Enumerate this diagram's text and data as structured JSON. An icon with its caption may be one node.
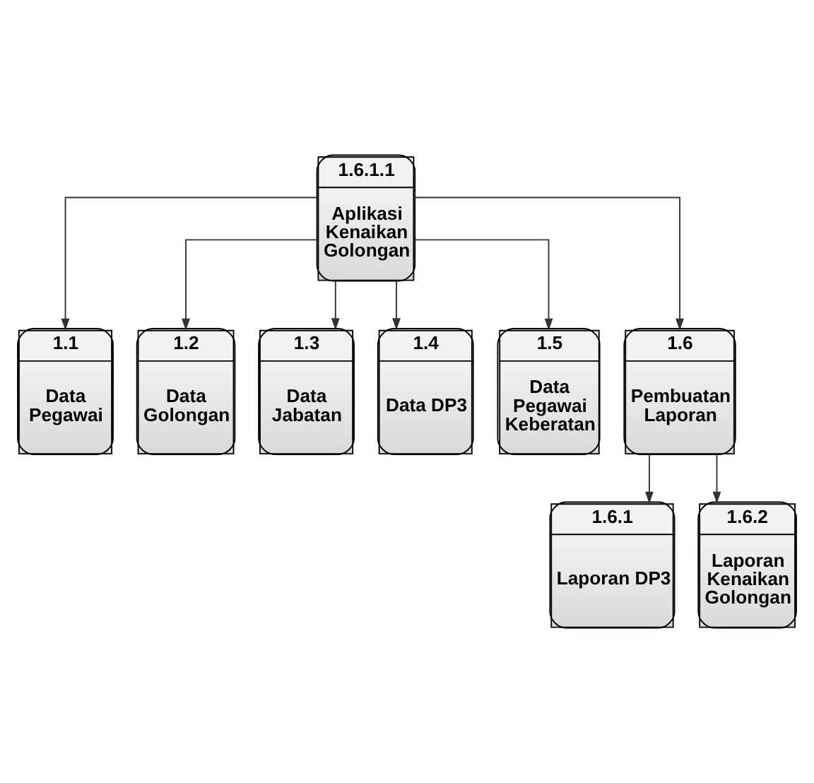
{
  "diagram": {
    "nodes": [
      {
        "text": [
          "1.6.1.1",
          "Aplikasi Kenaikan Golongan"
        ]
      },
      {
        "text": [
          "1.1",
          "Data Pegawai"
        ]
      },
      {
        "text": [
          "1.2",
          "Data Golongan"
        ]
      },
      {
        "text": [
          "1.3",
          "Data Jabatan"
        ]
      },
      {
        "text": [
          "1.4",
          "Data DP3"
        ]
      },
      {
        "text": [
          "1.5",
          "Data Pegawai Keberatan"
        ]
      },
      {
        "text": [
          "1.6",
          "Pembuatan Laporan"
        ]
      },
      {
        "text": [
          "1.6.1",
          "Laporan DP3"
        ]
      },
      {
        "text": [
          "1.6.2",
          "Laporan Kenaikan Golongan"
        ]
      }
    ],
    "edges": [
      {
        "from": 0,
        "to": 1,
        "arrow": "to"
      },
      {
        "from": 0,
        "to": 2,
        "arrow": "to"
      },
      {
        "from": 0,
        "to": 3,
        "arrow": "to"
      },
      {
        "from": 0,
        "to": 4,
        "arrow": "to"
      },
      {
        "from": 0,
        "to": 5,
        "arrow": "to"
      },
      {
        "from": 0,
        "to": 6,
        "arrow": "to"
      },
      {
        "from": 6,
        "to": 7,
        "arrow": "to"
      },
      {
        "from": 6,
        "to": 8,
        "arrow": "to"
      }
    ]
  }
}
